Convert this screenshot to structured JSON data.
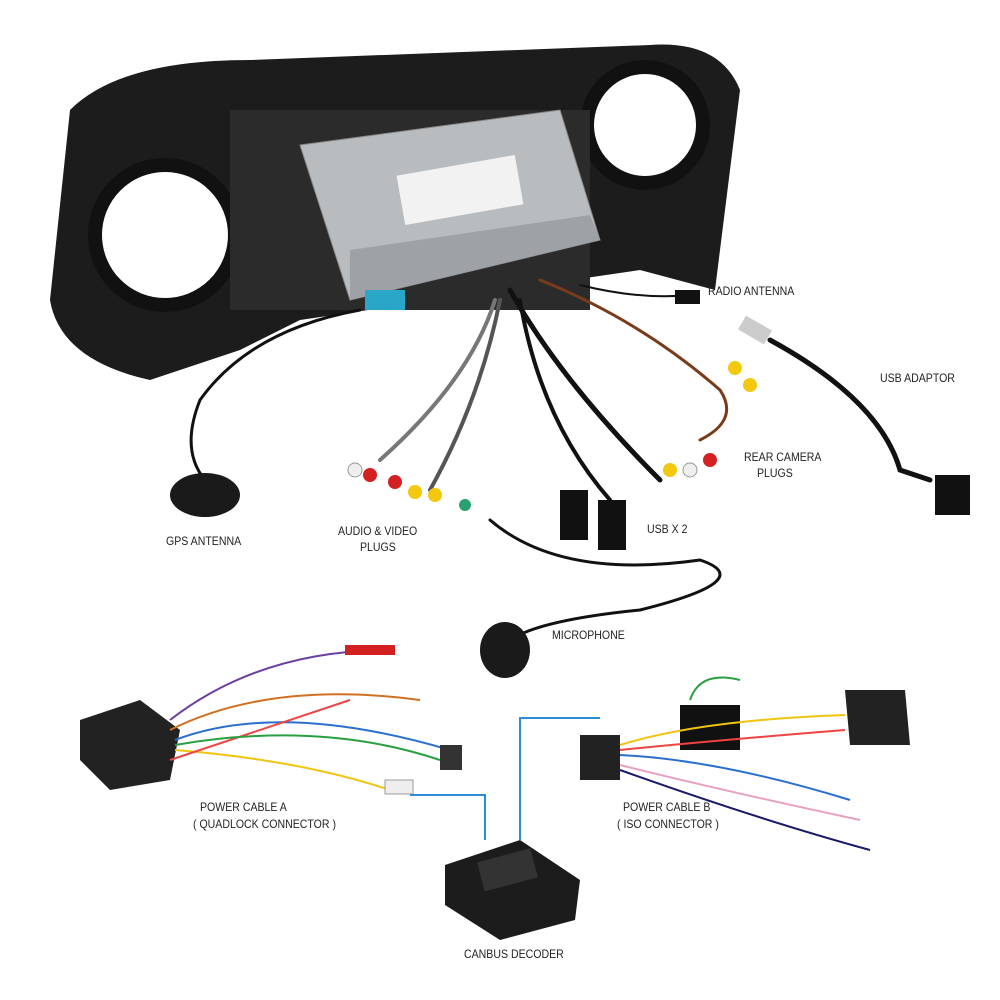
{
  "labels": {
    "radio_antenna": "RADIO ANTENNA",
    "usb_adaptor": "USB ADAPTOR",
    "rear_camera_line1": "REAR CAMERA",
    "rear_camera_line2": "PLUGS",
    "gps_antenna": "GPS ANTENNA",
    "audio_video_line1": "AUDIO & VIDEO",
    "audio_video_line2": "PLUGS",
    "usb_x2": "USB X 2",
    "microphone": "MICROPHONE",
    "power_a_line1": "POWER CABLE A",
    "power_a_line2": "( QUADLOCK CONNECTOR )",
    "power_b_line1": "POWER CABLE B",
    "power_b_line2": "( ISO CONNECTOR )",
    "canbus_decoder": "CANBUS DECODER"
  },
  "colors": {
    "callout_line": "#2a8fd6",
    "frame": "#1c1c1c",
    "unit": "#b9bcbf"
  }
}
